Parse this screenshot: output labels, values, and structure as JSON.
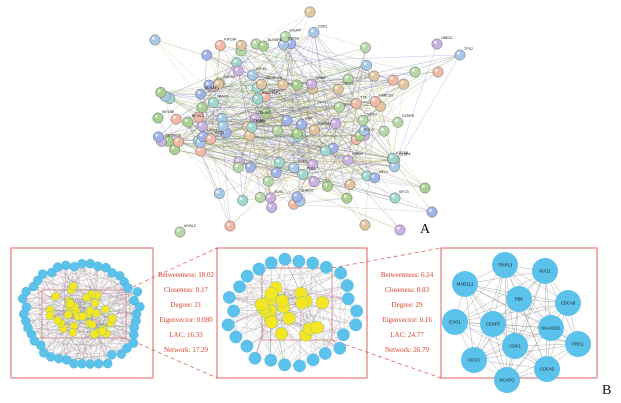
{
  "panel_a": {
    "label": "A",
    "node_labels": [
      "MYBL2",
      "KIF18B",
      "DEPDC1",
      "NUSAP1",
      "HMMR",
      "KIF4A",
      "FANCI",
      "CENPF",
      "AURKA",
      "CDCA8",
      "TTK",
      "MKI67",
      "BUB1",
      "TOP2A",
      "PLK1",
      "NEIL3",
      "E2F8",
      "CDC20",
      "KIF20A",
      "PBK",
      "ZWINT",
      "SGO2",
      "RAD51AP1",
      "CENPE",
      "DLGAP5",
      "ASPM",
      "KIF11",
      "MELK",
      "PRC1",
      "CDK1",
      "EXO1",
      "HJURP",
      "POLQ",
      "NEURL1B",
      "FANCD2",
      "SHMT2",
      "RRM2",
      "UBE2C",
      "TPX2",
      "KIF23"
    ]
  },
  "panel_b": {
    "label": "B",
    "left_stats": [
      "Betweenness: 18.02",
      "Closeness: 0.17",
      "Degree: 21",
      "Eigenvector: 0.080",
      "LAC: 16.33",
      "Network: 17.29"
    ],
    "right_stats": [
      "Betweenness: 6.24",
      "Closeness: 0.83",
      "Degree: 29",
      "Eigenvector: 0.16",
      "LAC: 24.77",
      "Network: 26.79"
    ],
    "hub_nodes": [
      "TRIP13",
      "KIF11",
      "MAD2L1",
      "CDCA8",
      "PBK",
      "KIAA0101",
      "EXO1",
      "CDK1",
      "PRC1",
      "KIF23",
      "CDC45",
      "NCAPG",
      "CENPF"
    ]
  },
  "colors": {
    "panel_border": "#d9534f",
    "stats_text": "#d8412a",
    "yellow_node": "#f5e623",
    "blue_node": "#5bc2ec",
    "edge": "#8a8a8a"
  }
}
